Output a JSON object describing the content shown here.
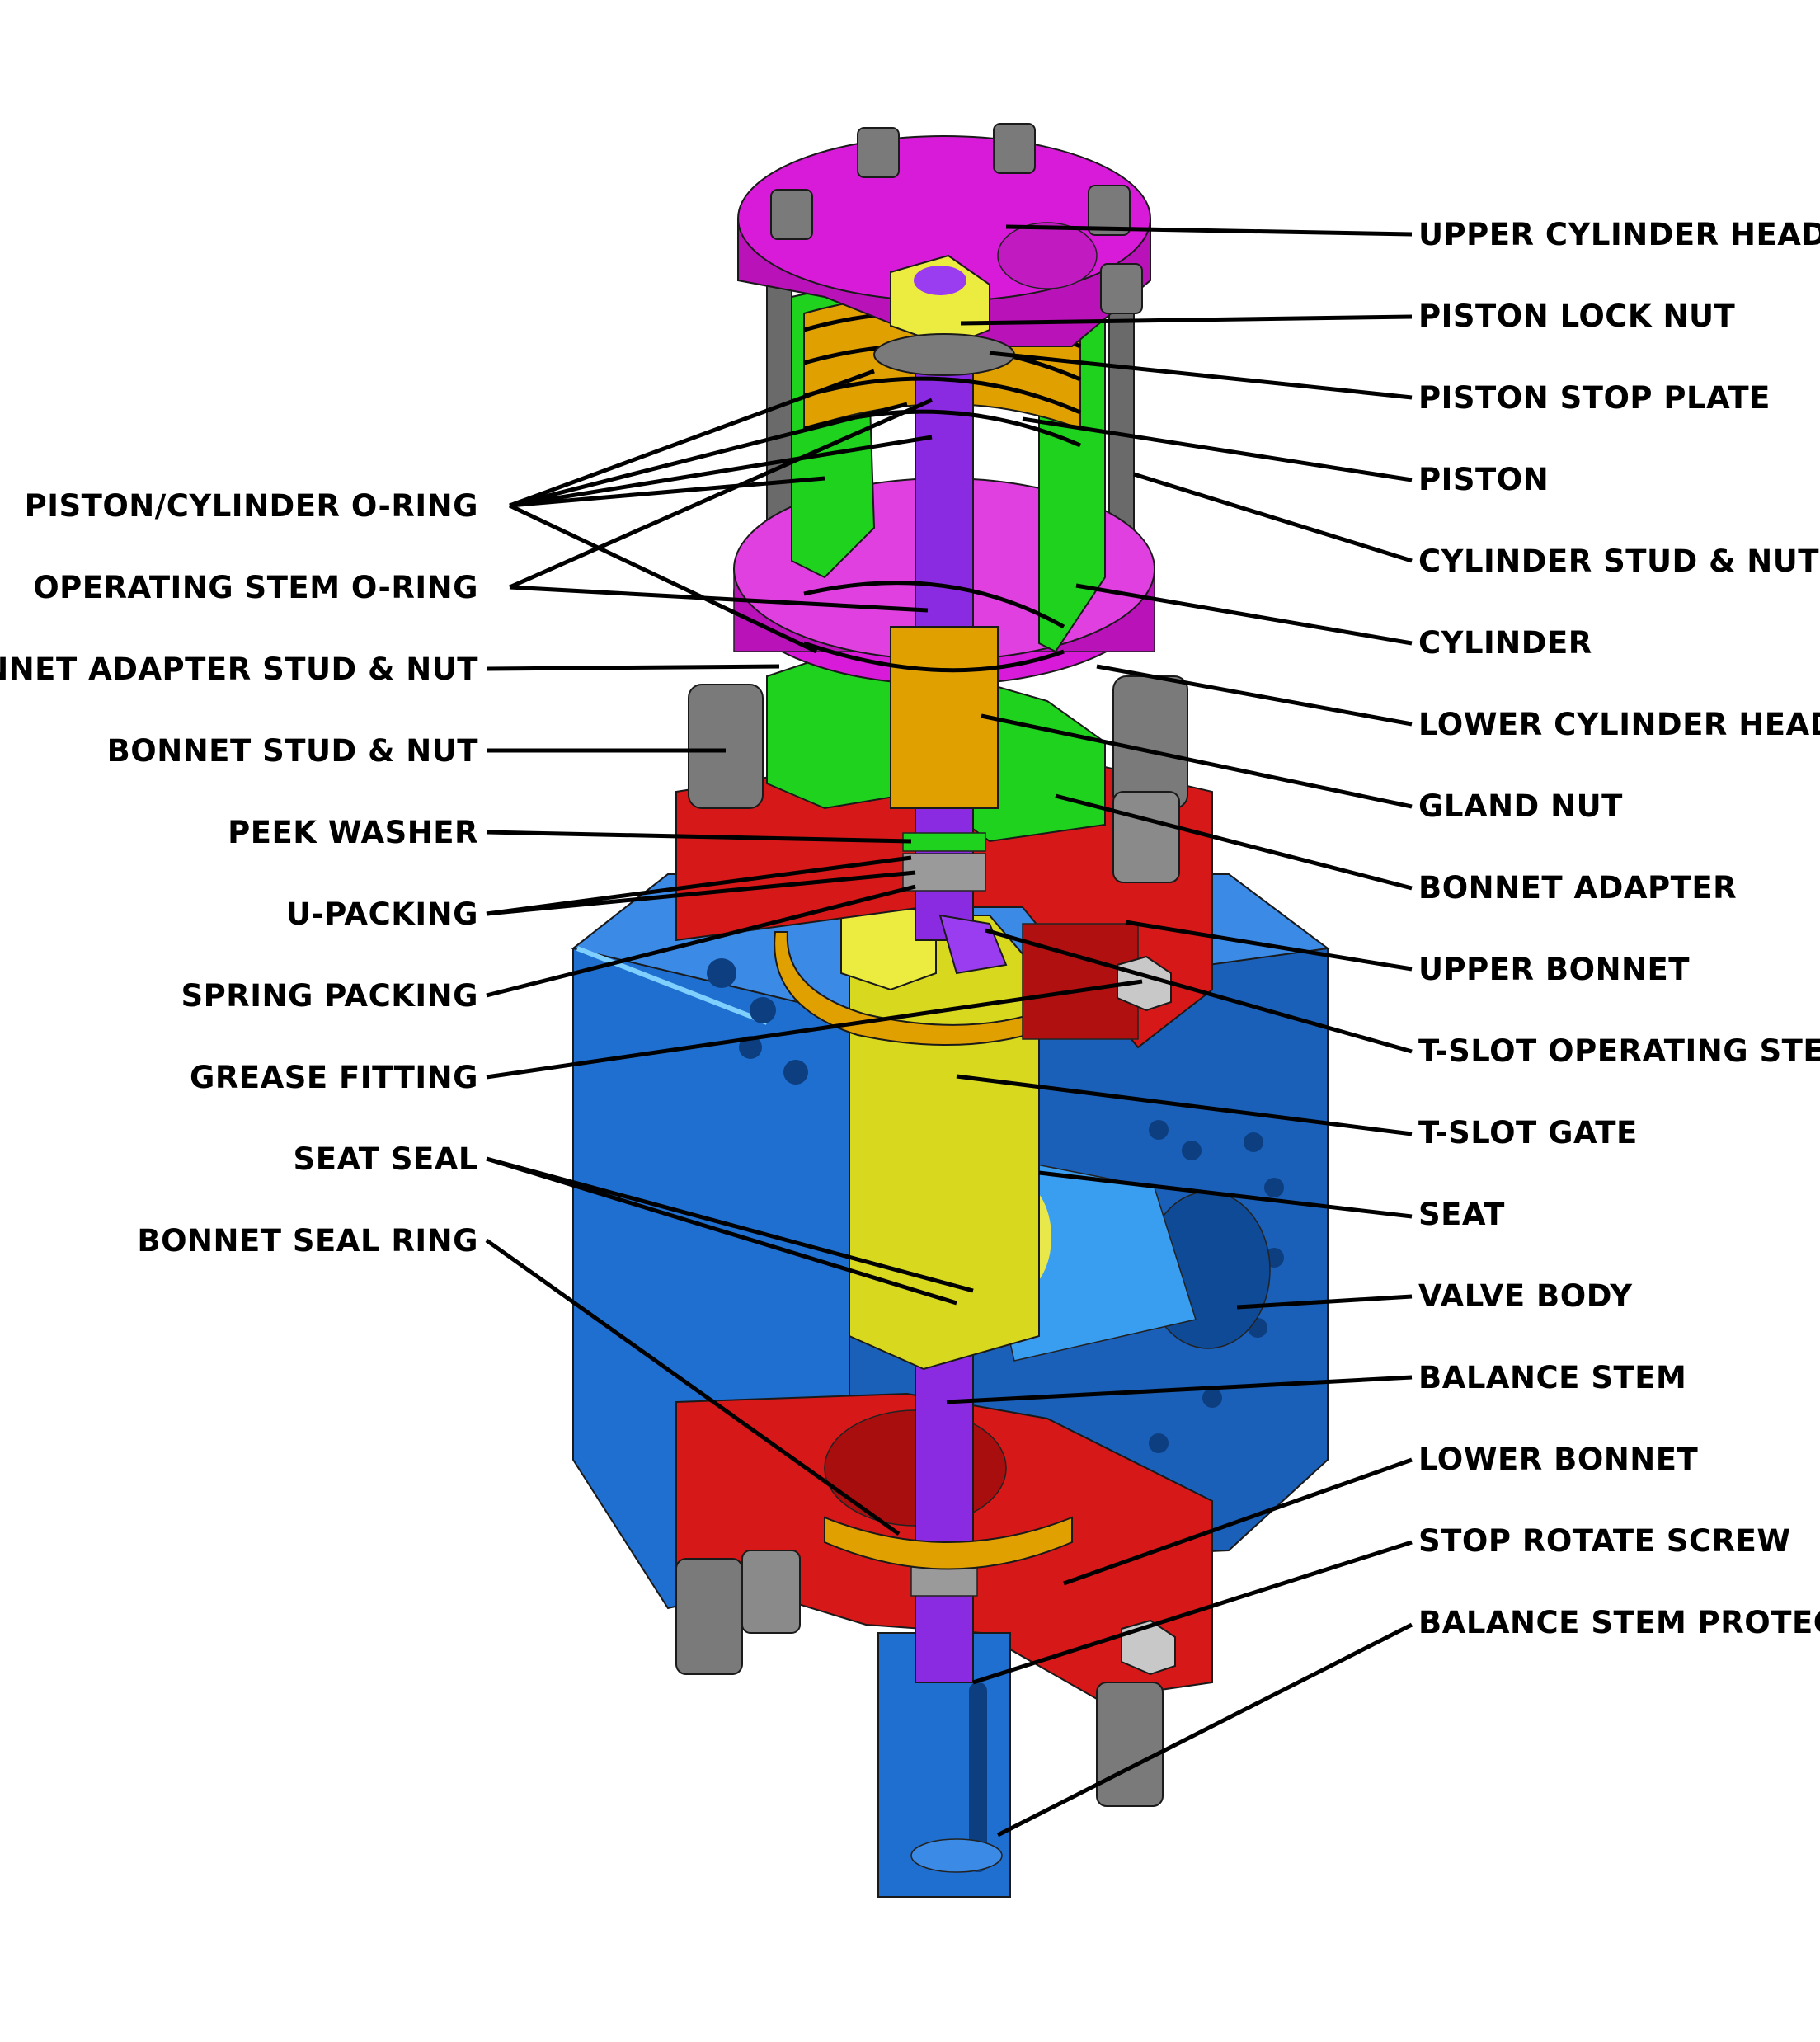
{
  "colors": {
    "body": "#1f6fd0",
    "body_dark": "#1450a0",
    "body_light": "#3a8ae6",
    "cylinder_head": "#d81bd8",
    "cylinder": "#1ed21e",
    "bonnet": "#d61818",
    "gate": "#d8d81e",
    "stem": "#8a2be2",
    "steel": "#8a8a8a",
    "ring": "#e0a000"
  },
  "labels_right": [
    "UPPER CYLINDER HEAD",
    "PISTON LOCK NUT",
    "PISTON STOP PLATE",
    "PISTON",
    "CYLINDER STUD & NUT",
    "CYLINDER",
    "LOWER CYLINDER HEAD",
    "GLAND NUT",
    "BONNET ADAPTER",
    "UPPER BONNET",
    "T-SLOT OPERATING STEM",
    "T-SLOT GATE",
    "SEAT",
    "VALVE BODY",
    "BALANCE STEM",
    "LOWER BONNET",
    "STOP ROTATE SCREW",
    "BALANCE STEM PROTECTOR"
  ],
  "labels_left": [
    "PISTON/CYLINDER O-RING",
    "OPERATING STEM O-RING",
    "BONNET ADAPTER STUD & NUT",
    "BONNET STUD  & NUT",
    "PEEK WASHER",
    "U-PACKING",
    "SPRING PACKING",
    "GREASE FITTING",
    "SEAT SEAL",
    "BONNET SEAL RING"
  ]
}
